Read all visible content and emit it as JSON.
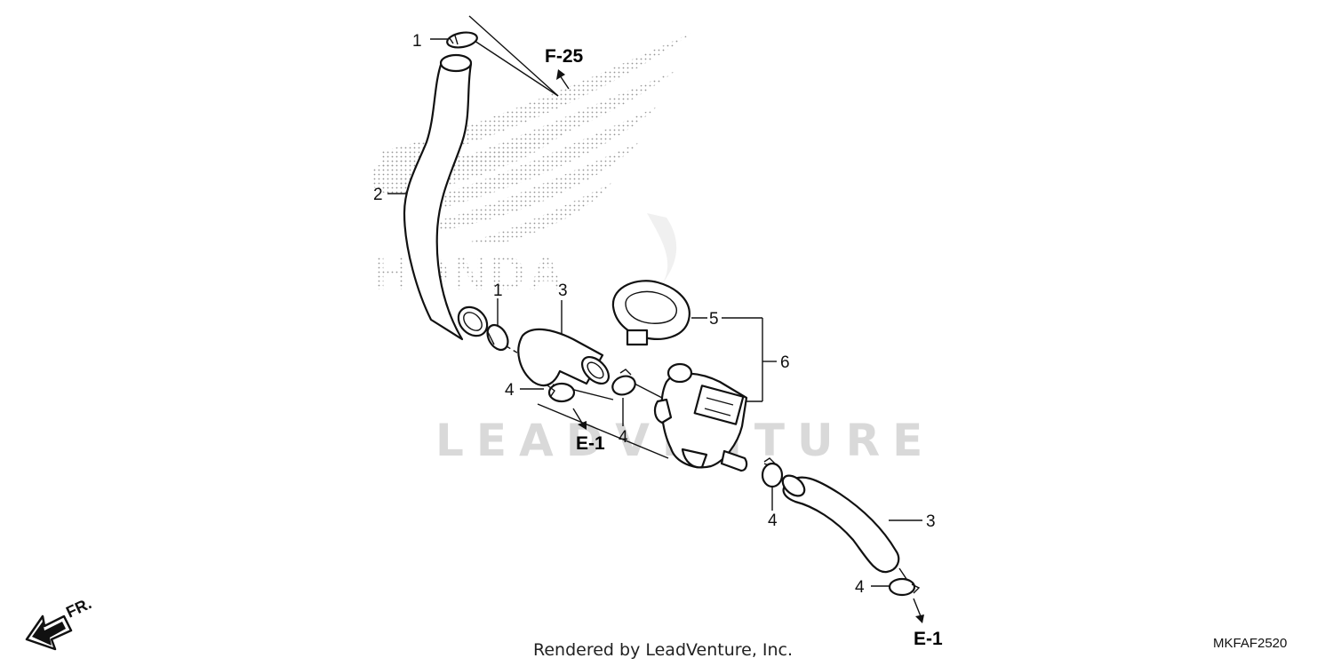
{
  "diagram": {
    "callouts": [
      {
        "id": "c1a",
        "label": "1"
      },
      {
        "id": "c2",
        "label": "2"
      },
      {
        "id": "c1b",
        "label": "1"
      },
      {
        "id": "c3a",
        "label": "3"
      },
      {
        "id": "c5",
        "label": "5"
      },
      {
        "id": "c6",
        "label": "6"
      },
      {
        "id": "c4a",
        "label": "4"
      },
      {
        "id": "c4b",
        "label": "4"
      },
      {
        "id": "c4c",
        "label": "4"
      },
      {
        "id": "c3b",
        "label": "3"
      },
      {
        "id": "c4d",
        "label": "4"
      }
    ],
    "references": {
      "f25": "F-25",
      "e1_left": "E-1",
      "e1_right": "E-1"
    },
    "front_indicator": "FR.",
    "logo_text": "HONDA",
    "watermark": "LEADVENTURE",
    "footer": "Rendered by LeadVenture, Inc.",
    "diagram_code": "MKFAF2520"
  }
}
